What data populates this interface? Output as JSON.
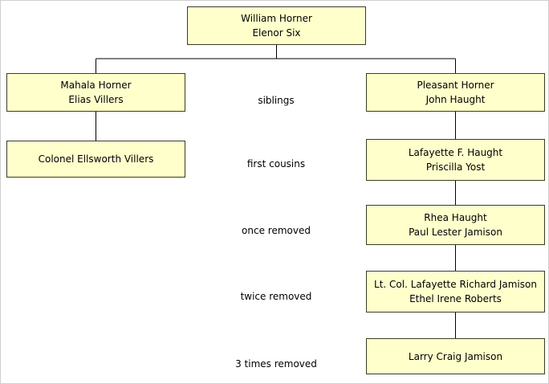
{
  "diagram": {
    "type": "family-tree",
    "colors": {
      "box_fill": "#ffffcc",
      "box_border": "#3c3c23",
      "connector": "#000000",
      "background": "#ffffff"
    },
    "nodes": {
      "root": [
        "William Horner",
        "Elenor Six"
      ],
      "mahala": [
        "Mahala Horner",
        "Elias Villers"
      ],
      "pleasant": [
        "Pleasant Horner",
        "John Haught"
      ],
      "ellsworth": [
        "Colonel Ellsworth Villers"
      ],
      "lafayette": [
        "Lafayette F. Haught",
        "Priscilla Yost"
      ],
      "rhea": [
        "Rhea Haught",
        "Paul Lester Jamison"
      ],
      "ltcol": [
        "Lt. Col. Lafayette Richard Jamison",
        "Ethel Irene Roberts"
      ],
      "larry": [
        "Larry Craig Jamison"
      ]
    },
    "relationship_labels": [
      "siblings",
      "first cousins",
      "once removed",
      "twice removed",
      "3 times removed"
    ]
  }
}
